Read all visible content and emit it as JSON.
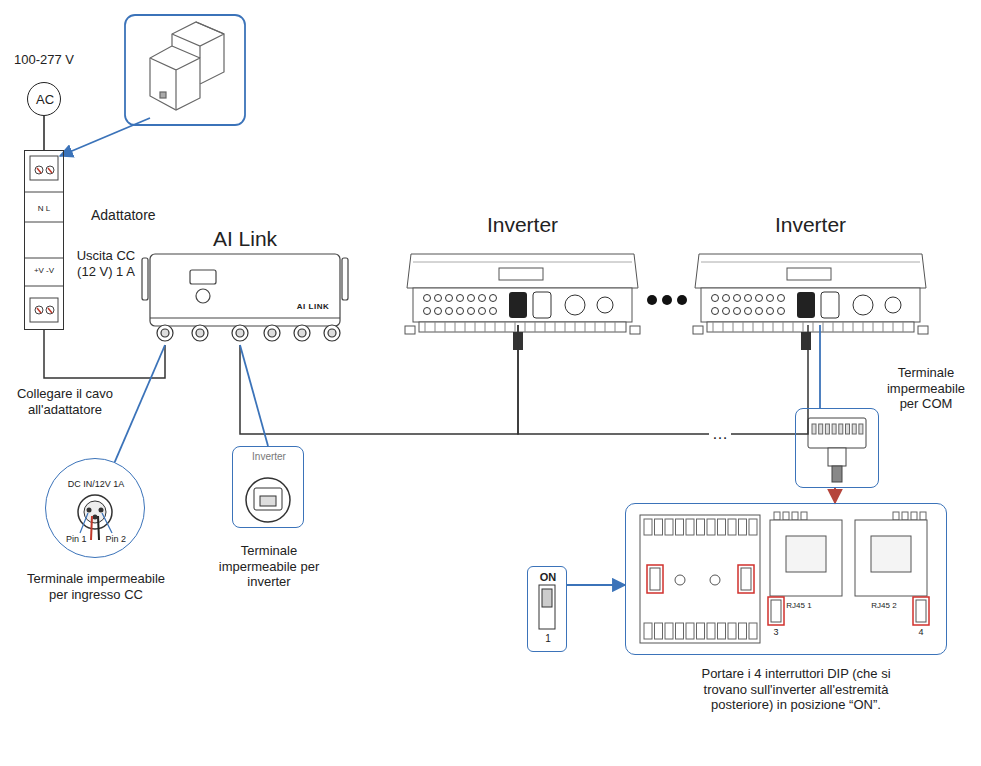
{
  "diagram": {
    "nodes": [
      {
        "text": [
          "AC"
        ]
      },
      {
        "text": [
          "Adattatore"
        ]
      },
      {
        "text": [
          "AI Link"
        ]
      },
      {
        "text": [
          "Inverter"
        ]
      },
      {
        "text": [
          "Inverter"
        ]
      },
      {
        "text": [
          "Terminale impermeabile per COM"
        ]
      },
      {
        "text": [
          "DC IN/12V 1A",
          "Terminale impermeabile per ingresso CC"
        ]
      },
      {
        "text": [
          "Inverter",
          "Terminale impermeabile per inverter"
        ]
      },
      {
        "text": [
          "RJ45 1",
          "RJ45 2",
          "Portare i 4 interruttori DIP (che si trovano sull'inverter all'estremità posteriore) in posizione “ON”."
        ]
      },
      {
        "text": [
          "ON",
          "1"
        ]
      }
    ],
    "edges": [
      {
        "from": 0,
        "to": 1,
        "arrow": "none"
      },
      {
        "from": 1,
        "to": 2,
        "arrow": "none"
      },
      {
        "from": 2,
        "to": 3,
        "arrow": "none"
      },
      {
        "from": 3,
        "to": 4,
        "arrow": "none",
        "label": "…"
      },
      {
        "from": 6,
        "to": 2,
        "arrow": "none"
      },
      {
        "from": 7,
        "to": 2,
        "arrow": "none"
      },
      {
        "from": 4,
        "to": 5,
        "arrow": "none"
      },
      {
        "from": 5,
        "to": 8,
        "arrow": "to"
      },
      {
        "from": 9,
        "to": 8,
        "arrow": "to"
      }
    ],
    "labels": [
      "100-277 V",
      "N L",
      "Uscita CC (12 V) 1 A",
      "+V -V",
      "Collegare il cavo all'adattatore",
      "AI LINK",
      "Pin 1",
      "Pin 2",
      "3",
      "4"
    ]
  }
}
